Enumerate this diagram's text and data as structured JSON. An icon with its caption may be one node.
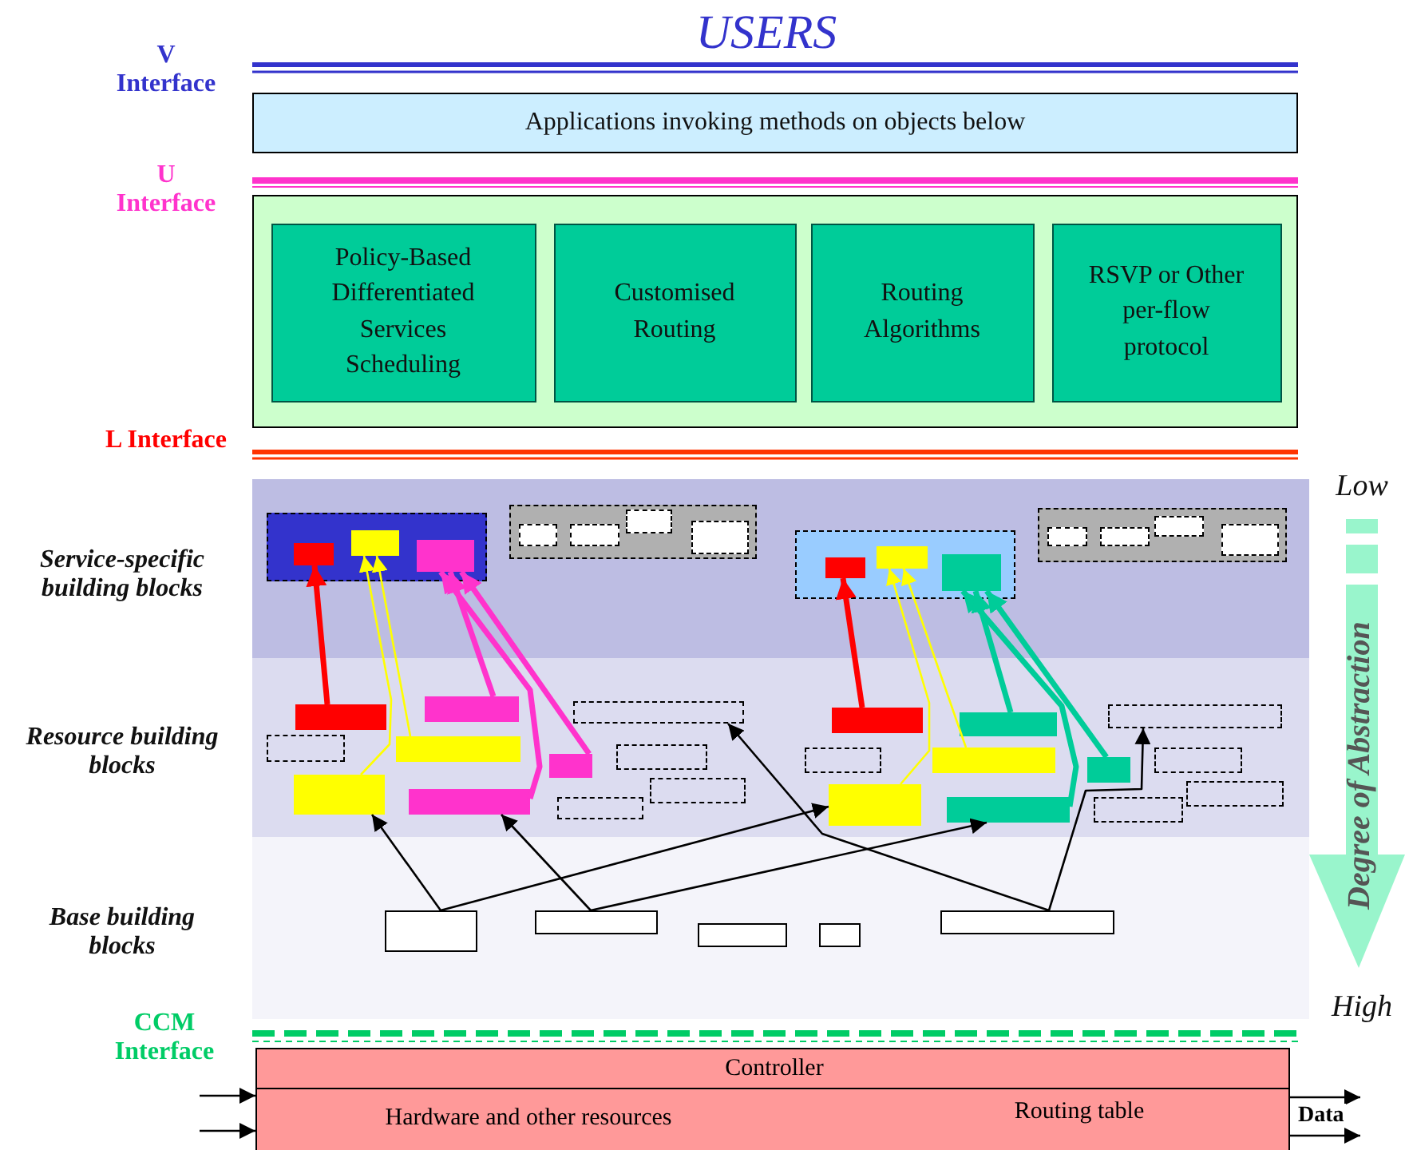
{
  "diagram": {
    "nodes": [
      {
        "text": [
          "Applications invoking methods on objects below"
        ]
      },
      {
        "text": [],
        "shape": "box"
      },
      {
        "text": [
          "Policy-Based Differentiated Services Scheduling"
        ],
        "in": 1
      },
      {
        "text": [
          "Customised Routing"
        ],
        "in": 1
      },
      {
        "text": [
          "Routing Algorithms"
        ],
        "in": 1
      },
      {
        "text": [
          "RSVP or Other per-flow protocol"
        ],
        "in": 1
      },
      {
        "text": [],
        "shape": "box"
      },
      {
        "text": [],
        "shape": "box",
        "in": 6
      },
      {
        "text": [],
        "shape": "box",
        "in": 6
      },
      {
        "text": [],
        "shape": "box",
        "in": 6
      },
      {
        "text": [],
        "shape": "box"
      },
      {
        "text": [],
        "shape": "box",
        "in": 10
      },
      {
        "text": [],
        "shape": "box",
        "in": 10
      },
      {
        "text": [],
        "shape": "box",
        "in": 10
      },
      {
        "text": [],
        "shape": "box",
        "in": 10
      },
      {
        "text": [],
        "shape": "box"
      },
      {
        "text": [],
        "shape": "box",
        "in": 15
      },
      {
        "text": [],
        "shape": "box",
        "in": 15
      },
      {
        "text": [],
        "shape": "box",
        "in": 15
      },
      {
        "text": [],
        "shape": "box"
      },
      {
        "text": [],
        "shape": "box",
        "in": 19
      },
      {
        "text": [],
        "shape": "box",
        "in": 19
      },
      {
        "text": [],
        "shape": "box",
        "in": 19
      },
      {
        "text": [],
        "shape": "box",
        "in": 19
      },
      {
        "text": [],
        "shape": "box"
      },
      {
        "text": [],
        "shape": "box"
      },
      {
        "text": [],
        "shape": "box"
      },
      {
        "text": [],
        "shape": "box"
      },
      {
        "text": [],
        "shape": "box"
      },
      {
        "text": [],
        "shape": "box"
      },
      {
        "text": [],
        "shape": "box"
      },
      {
        "text": [],
        "shape": "box"
      },
      {
        "text": [],
        "shape": "box"
      },
      {
        "text": [],
        "shape": "box"
      },
      {
        "text": [],
        "shape": "box"
      },
      {
        "text": [],
        "shape": "box"
      },
      {
        "text": [],
        "shape": "box"
      },
      {
        "text": [],
        "shape": "box"
      },
      {
        "text": [],
        "shape": "box"
      },
      {
        "text": [],
        "shape": "box"
      },
      {
        "text": [],
        "shape": "box"
      },
      {
        "text": [],
        "shape": "box"
      },
      {
        "text": [],
        "shape": "box"
      },
      {
        "text": [],
        "shape": "box"
      },
      {
        "text": [],
        "shape": "box"
      },
      {
        "text": [],
        "shape": "box"
      },
      {
        "text": [],
        "shape": "box"
      },
      {
        "text": [],
        "shape": "box"
      },
      {
        "text": [],
        "shape": "box"
      },
      {
        "text": [],
        "shape": "box"
      },
      {
        "text": [],
        "shape": "box"
      },
      {
        "text": [
          "Controller",
          "Hardware and other resources",
          "Routing table"
        ]
      }
    ],
    "edges": [
      {
        "from": 24,
        "to": 7,
        "arrow": "to",
        "style": "thick",
        "color": "#ff0000"
      },
      {
        "from": 31,
        "to": 8,
        "arrow": "to",
        "color": "#ffff00"
      },
      {
        "from": 28,
        "to": 8,
        "arrow": "to",
        "color": "#ffff00"
      },
      {
        "from": 33,
        "to": 9,
        "arrow": "to",
        "style": "thick",
        "color": "#ff33cc"
      },
      {
        "from": 25,
        "to": 9,
        "arrow": "to",
        "style": "thick",
        "color": "#ff33cc"
      },
      {
        "from": 30,
        "to": 9,
        "arrow": "to",
        "style": "thick",
        "color": "#ff33cc"
      },
      {
        "from": 35,
        "to": 16,
        "arrow": "to",
        "style": "thick",
        "color": "#ff0000"
      },
      {
        "from": 42,
        "to": 17,
        "arrow": "to",
        "color": "#ffff00"
      },
      {
        "from": 39,
        "to": 17,
        "arrow": "to",
        "color": "#ffff00"
      },
      {
        "from": 44,
        "to": 18,
        "arrow": "to",
        "style": "thick",
        "color": "#00cc99"
      },
      {
        "from": 36,
        "to": 18,
        "arrow": "to",
        "style": "thick",
        "color": "#00cc99"
      },
      {
        "from": 41,
        "to": 18,
        "arrow": "to",
        "style": "thick",
        "color": "#00cc99"
      },
      {
        "from": 46,
        "to": 31,
        "arrow": "to"
      },
      {
        "from": 46,
        "to": 42,
        "arrow": "to"
      },
      {
        "from": 47,
        "to": 33,
        "arrow": "to"
      },
      {
        "from": 47,
        "to": 44,
        "arrow": "to"
      },
      {
        "from": 50,
        "to": 26,
        "arrow": "to"
      },
      {
        "from": 50,
        "to": 37,
        "arrow": "to"
      },
      {
        "from": null,
        "to": 51,
        "arrow": "to"
      },
      {
        "from": null,
        "to": 51,
        "arrow": "to"
      },
      {
        "from": 51,
        "to": null,
        "arrow": "to"
      },
      {
        "from": 51,
        "to": null,
        "arrow": "to",
        "label": "Data"
      }
    ],
    "labels": [
      "USERS",
      "V Interface",
      "U Interface",
      "L Interface",
      "Low",
      "Service-specific building blocks",
      "Resource building blocks",
      "Degree of Abstraction",
      "Base building blocks",
      "High",
      "CCM Interface"
    ]
  }
}
